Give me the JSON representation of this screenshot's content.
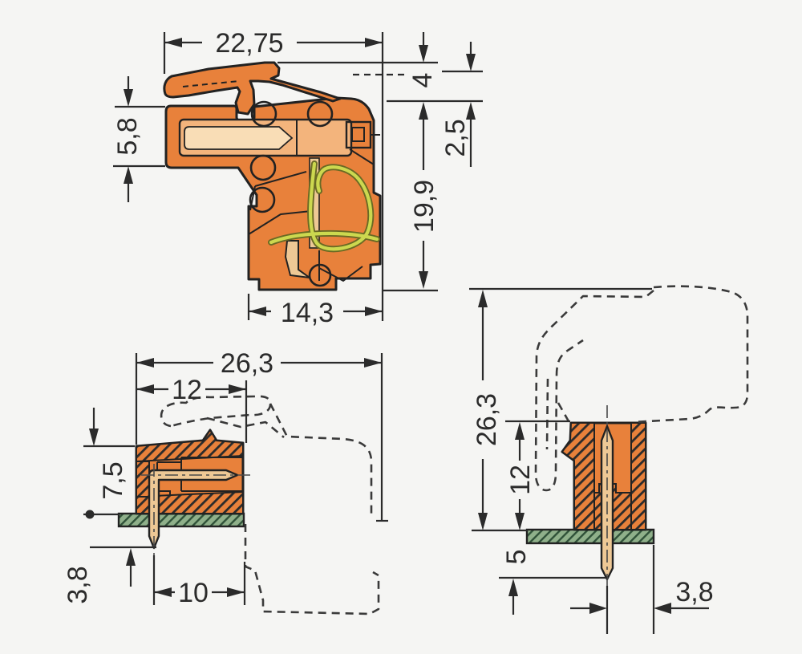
{
  "title": "Connector dimensional drawing (three views)",
  "colors": {
    "background": "#f5f5f3",
    "body_orange": "#e8813b",
    "slot_light_orange": "#f3b47c",
    "funnel_light": "#f9ddb6",
    "pin_tan": "#eec895",
    "spring_yellow": "#ccd84f",
    "spring_outline": "#6a6a24",
    "pcb_green": "#8fb08a",
    "pcb_hatch": "#2f5138",
    "line": "#2b2b2b"
  },
  "views": {
    "side": {
      "name": "side-view-angled-connector",
      "dims": {
        "total_width": "22,75",
        "latch_height": "4",
        "latch_travel": "2,5",
        "wire_entry_height": "5,8",
        "body_height": "19,9",
        "body_depth": "14,3"
      }
    },
    "angled_on_pcb": {
      "name": "angled-connector-with-header-on-pcb",
      "dims": {
        "total_depth": "26,3",
        "header_depth": "12",
        "height_above_pcb": "7,5",
        "pin_protrusion": "3,8",
        "pin_to_housing": "10"
      }
    },
    "vertical_on_pcb": {
      "name": "vertical-header-on-pcb",
      "dims": {
        "total_height": "26,3",
        "header_height": "12",
        "pin_protrusion": "5",
        "pin_to_board_edge": "3,8"
      }
    }
  }
}
